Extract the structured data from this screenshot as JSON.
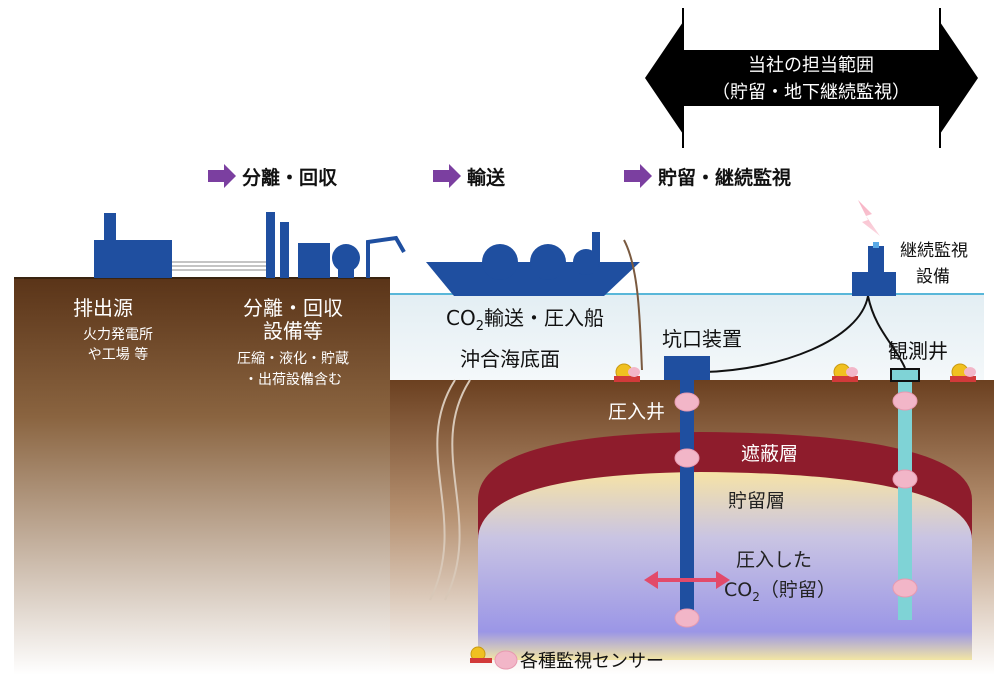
{
  "scope": {
    "line1": "当社の担当範囲",
    "line2": "（貯留・地下継続監視）"
  },
  "steps": {
    "separation": "分離・回収",
    "transport": "輸送",
    "storage": "貯留・継続監視"
  },
  "land": {
    "source_title": "排出源",
    "source_sub1": "火力発電所",
    "source_sub2": "や工場 等",
    "facility_title1": "分離・回収",
    "facility_title2": "設備等",
    "facility_sub1": "圧縮・液化・貯蔵",
    "facility_sub2": "・出荷設備含む"
  },
  "sea": {
    "ship_prefix": "CO",
    "ship_sub": "2",
    "ship_suffix": "輸送・圧入船",
    "seabed": "沖合海底面",
    "wellhead": "坑口装置",
    "monitoring_line1": "継続監視",
    "monitoring_line2": "設備",
    "observation_well": "観測井"
  },
  "underground": {
    "injection_well": "圧入井",
    "cap_rock": "遮蔽層",
    "reservoir": "貯留層",
    "injected_line1": "圧入した",
    "injected_prefix": "CO",
    "injected_sub": "2",
    "injected_suffix": "（貯留）"
  },
  "legend": {
    "sensors": "各種監視センサー"
  },
  "colors": {
    "navy": "#1f4fa0",
    "purple": "#7b3fa0",
    "cap_rock": "#8e1c2c",
    "observation_well": "#7fd3d6",
    "sensor_pink": "#f2b6c8"
  }
}
